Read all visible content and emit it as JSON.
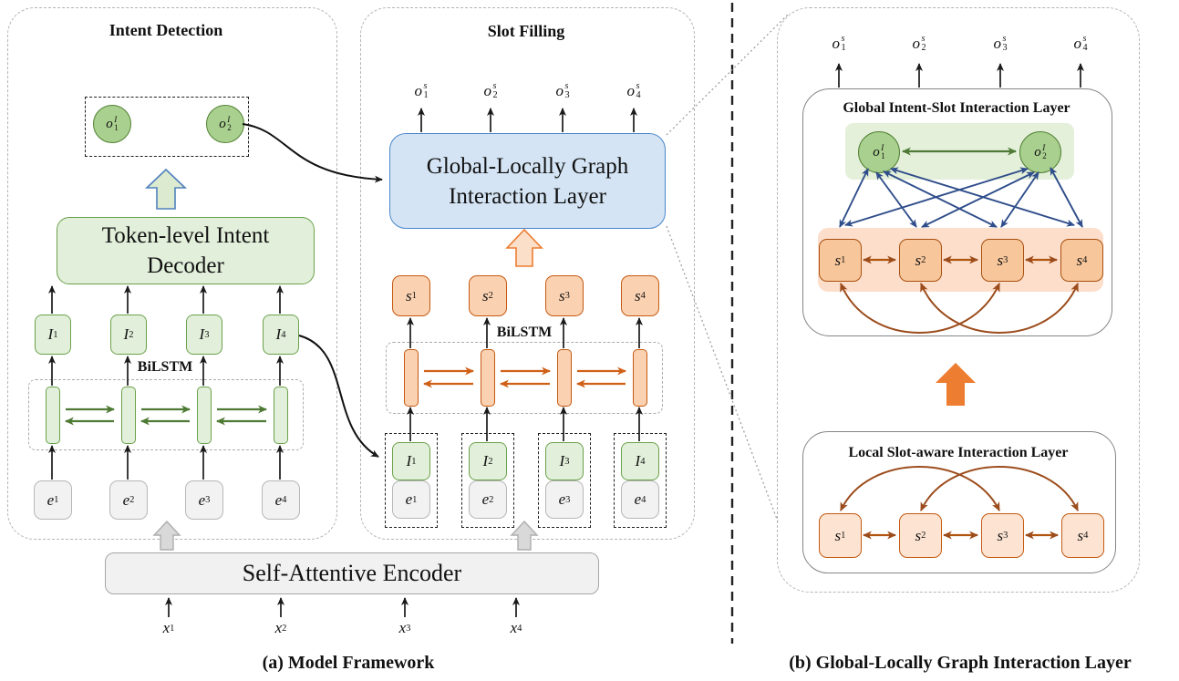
{
  "captions": {
    "a": "(a) Model Framework",
    "b": "(b) Global-Locally Graph Interaction Layer"
  },
  "intent": {
    "title": "Intent Detection",
    "dec1": "Token-level Intent",
    "dec2": "Decoder",
    "bilstm": "BiLSTM",
    "o": [
      {
        "b": "o",
        "p": "I",
        "s": "1"
      },
      {
        "b": "o",
        "p": "I",
        "s": "2"
      }
    ],
    "I": [
      {
        "b": "I",
        "s": "1"
      },
      {
        "b": "I",
        "s": "2"
      },
      {
        "b": "I",
        "s": "3"
      },
      {
        "b": "I",
        "s": "4"
      }
    ],
    "e": [
      {
        "b": "e",
        "s": "1"
      },
      {
        "b": "e",
        "s": "2"
      },
      {
        "b": "e",
        "s": "3"
      },
      {
        "b": "e",
        "s": "4"
      }
    ]
  },
  "slot": {
    "title": "Slot Filling",
    "g1": "Global-Locally Graph",
    "g2": "Interaction Layer",
    "bilstm": "BiLSTM",
    "o": [
      {
        "b": "o",
        "p": "s",
        "s": "1"
      },
      {
        "b": "o",
        "p": "s",
        "s": "2"
      },
      {
        "b": "o",
        "p": "s",
        "s": "3"
      },
      {
        "b": "o",
        "p": "s",
        "s": "4"
      }
    ],
    "s": [
      {
        "b": "s",
        "s": "1"
      },
      {
        "b": "s",
        "s": "2"
      },
      {
        "b": "s",
        "s": "3"
      },
      {
        "b": "s",
        "s": "4"
      }
    ],
    "I": [
      {
        "b": "I",
        "s": "1"
      },
      {
        "b": "I",
        "s": "2"
      },
      {
        "b": "I",
        "s": "3"
      },
      {
        "b": "I",
        "s": "4"
      }
    ],
    "e": [
      {
        "b": "e",
        "s": "1"
      },
      {
        "b": "e",
        "s": "2"
      },
      {
        "b": "e",
        "s": "3"
      },
      {
        "b": "e",
        "s": "4"
      }
    ]
  },
  "encoder": {
    "label": "Self-Attentive Encoder",
    "x": [
      {
        "b": "x",
        "s": "1"
      },
      {
        "b": "x",
        "s": "2"
      },
      {
        "b": "x",
        "s": "3"
      },
      {
        "b": "x",
        "s": "4"
      }
    ]
  },
  "detail": {
    "gtitle": "Global Intent-Slot Interaction Layer",
    "ltitle": "Local Slot-aware Interaction Layer",
    "o": [
      {
        "b": "o",
        "p": "s",
        "s": "1"
      },
      {
        "b": "o",
        "p": "s",
        "s": "2"
      },
      {
        "b": "o",
        "p": "s",
        "s": "3"
      },
      {
        "b": "o",
        "p": "s",
        "s": "4"
      }
    ],
    "oi": [
      {
        "b": "o",
        "p": "I",
        "s": "1"
      },
      {
        "b": "o",
        "p": "I",
        "s": "2"
      }
    ],
    "gs": [
      {
        "b": "s",
        "s": "1"
      },
      {
        "b": "s",
        "s": "2"
      },
      {
        "b": "s",
        "s": "3"
      },
      {
        "b": "s",
        "s": "4"
      }
    ],
    "ls": [
      {
        "b": "s",
        "s": "1"
      },
      {
        "b": "s",
        "s": "2"
      },
      {
        "b": "s",
        "s": "3"
      },
      {
        "b": "s",
        "s": "4"
      }
    ]
  },
  "colors": {
    "green_fill": "#e2efda",
    "green_border": "#6ba14b",
    "node_fill": "#a9d08e",
    "node_border": "#538135",
    "gray_fill": "#f2f2f2",
    "gray_border": "#b7b7b7",
    "blue_fill": "#d4e4f4",
    "blue_border": "#4a86c8",
    "peach_fill": "#fad1b1",
    "peach_border": "#c55a11",
    "peach_deep": "#f7c69b",
    "peach_light": "#fce3d2",
    "band_green": "#e4f0da",
    "band_orange": "#fcdecb",
    "arrow_navy": "#2f4d8a",
    "arrow_brown": "#9c4c1c",
    "arrow_dark_green": "#4e7a35",
    "arrow_orange": "#d06018",
    "block_orange": "#ed7d31",
    "block_arrow_blue_border": "#4f81bd",
    "divider": "#222222"
  }
}
